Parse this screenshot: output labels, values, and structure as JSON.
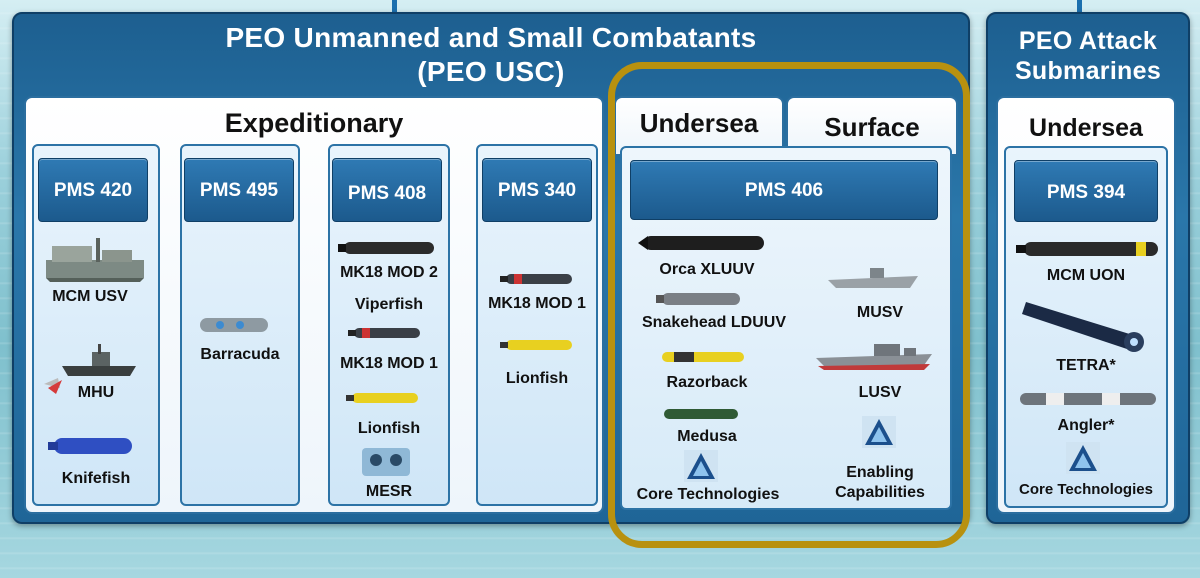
{
  "peo_usc": {
    "title_line1": "PEO Unmanned and Small Combatants",
    "title_line2": "(PEO USC)"
  },
  "peo_subs": {
    "title_line1": "PEO Attack",
    "title_line2": "Submarines"
  },
  "expeditionary": {
    "title": "Expeditionary",
    "columns": [
      {
        "pms": "PMS 420",
        "items": [
          "MCM USV",
          "MHU",
          "Knifefish"
        ]
      },
      {
        "pms": "PMS 495",
        "items": [
          "Barracuda"
        ]
      },
      {
        "pms": "PMS 408",
        "items": [
          "MK18 MOD 2",
          "Viperfish",
          "MK18 MOD 1",
          "Lionfish",
          "MESR"
        ]
      },
      {
        "pms": "PMS 340",
        "items": [
          "MK18 MOD 1",
          "Lionfish"
        ]
      }
    ]
  },
  "pms406": {
    "undersea_tab": "Undersea",
    "surface_tab": "Surface",
    "pms": "PMS 406",
    "undersea_items": [
      "Orca XLUUV",
      "Snakehead LDUUV",
      "Razorback",
      "Medusa",
      "Core Technologies"
    ],
    "surface_items": [
      "MUSV",
      "LUSV",
      "Enabling",
      "Capabilities"
    ]
  },
  "subs": {
    "tab": "Undersea",
    "pms": "PMS 394",
    "items": [
      "MCM UON",
      "TETRA*",
      "Angler*",
      "Core Technologies"
    ]
  },
  "colors": {
    "frame_blue": "#1f6597",
    "pms_blue": "#1c5a8d",
    "highlight_gold": "#b8910f",
    "vehicle_yellow": "#e8d020"
  },
  "icons": [
    "triangle-logo-icon",
    "uuv-icon",
    "usv-icon",
    "ship-icon"
  ]
}
